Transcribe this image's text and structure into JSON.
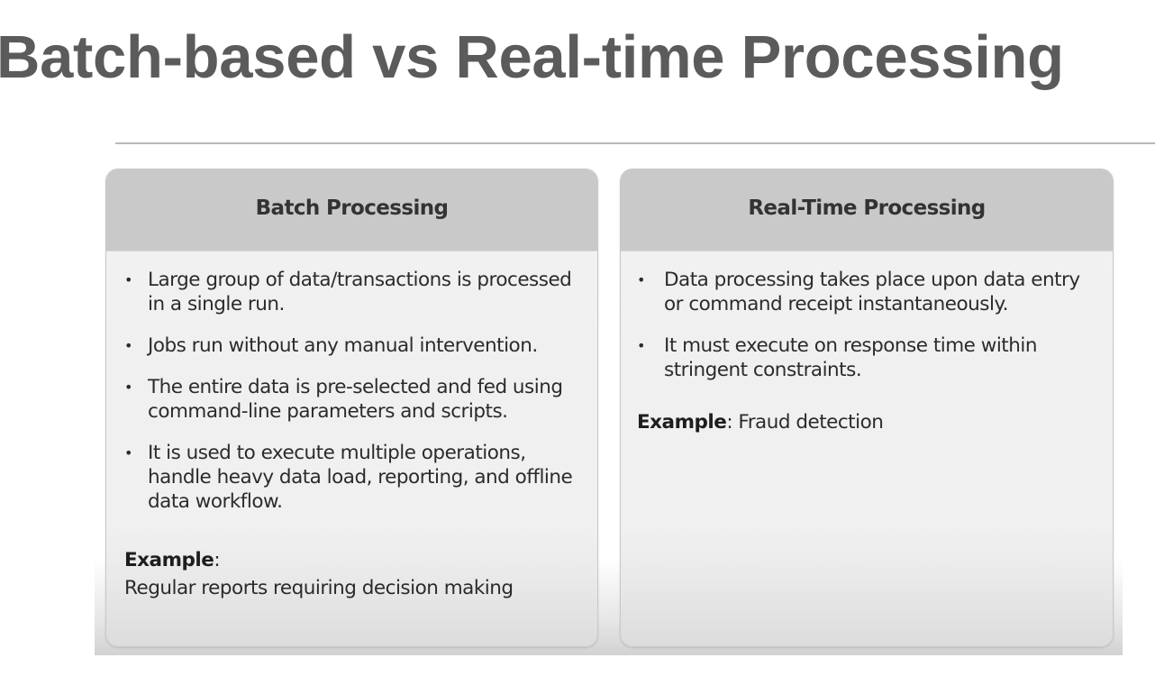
{
  "slide": {
    "title": "Batch-based vs Real-time Processing"
  },
  "cards": [
    {
      "heading": "Batch Processing",
      "bullets": [
        "Large group of data/transactions is processed in a single run.",
        "Jobs run without any manual intervention.",
        "The entire data is pre-selected and fed using command-line parameters and scripts.",
        "It is used to execute multiple operations, handle heavy data load, reporting, and offline data workflow."
      ],
      "example_label": "Example",
      "example_sep": ":",
      "example_text": "Regular reports requiring decision making"
    },
    {
      "heading": "Real-Time Processing",
      "bullets": [
        "Data processing takes place upon data entry or command receipt instantaneously.",
        "It must execute on response time within stringent constraints."
      ],
      "example_label": "Example",
      "example_sep": ": ",
      "example_text": "Fraud detection"
    }
  ],
  "bullet_glyph": "•",
  "colors": {
    "title": "#5b5b5b",
    "rule": "#b8b8b8",
    "card_header": "#c9c9c9",
    "card_body": "#f0f0f0",
    "text": "#2b2b2b"
  }
}
